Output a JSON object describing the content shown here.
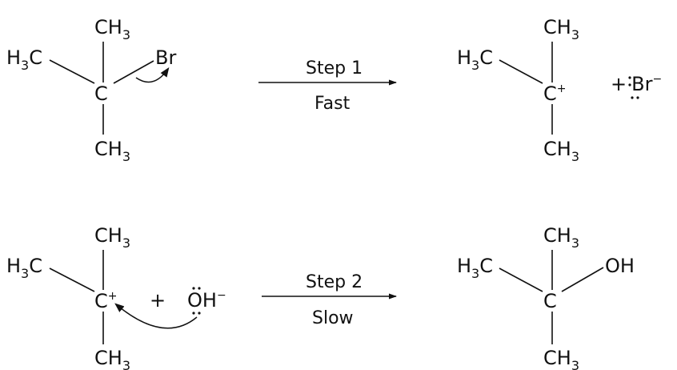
{
  "atoms": {
    "ch": "CH",
    "h": "H",
    "c_tail": "C",
    "three": "3",
    "c": "C",
    "br": "Br",
    "oh": "OH",
    "o": "O",
    "h_only": "H",
    "plus_sign": "+",
    "cation_charge": "+",
    "anion_charge": "−"
  },
  "reaction": {
    "step1": {
      "label": "Step 1",
      "speed": "Fast"
    },
    "step2": {
      "label": "Step 2",
      "speed": "Slow"
    }
  }
}
